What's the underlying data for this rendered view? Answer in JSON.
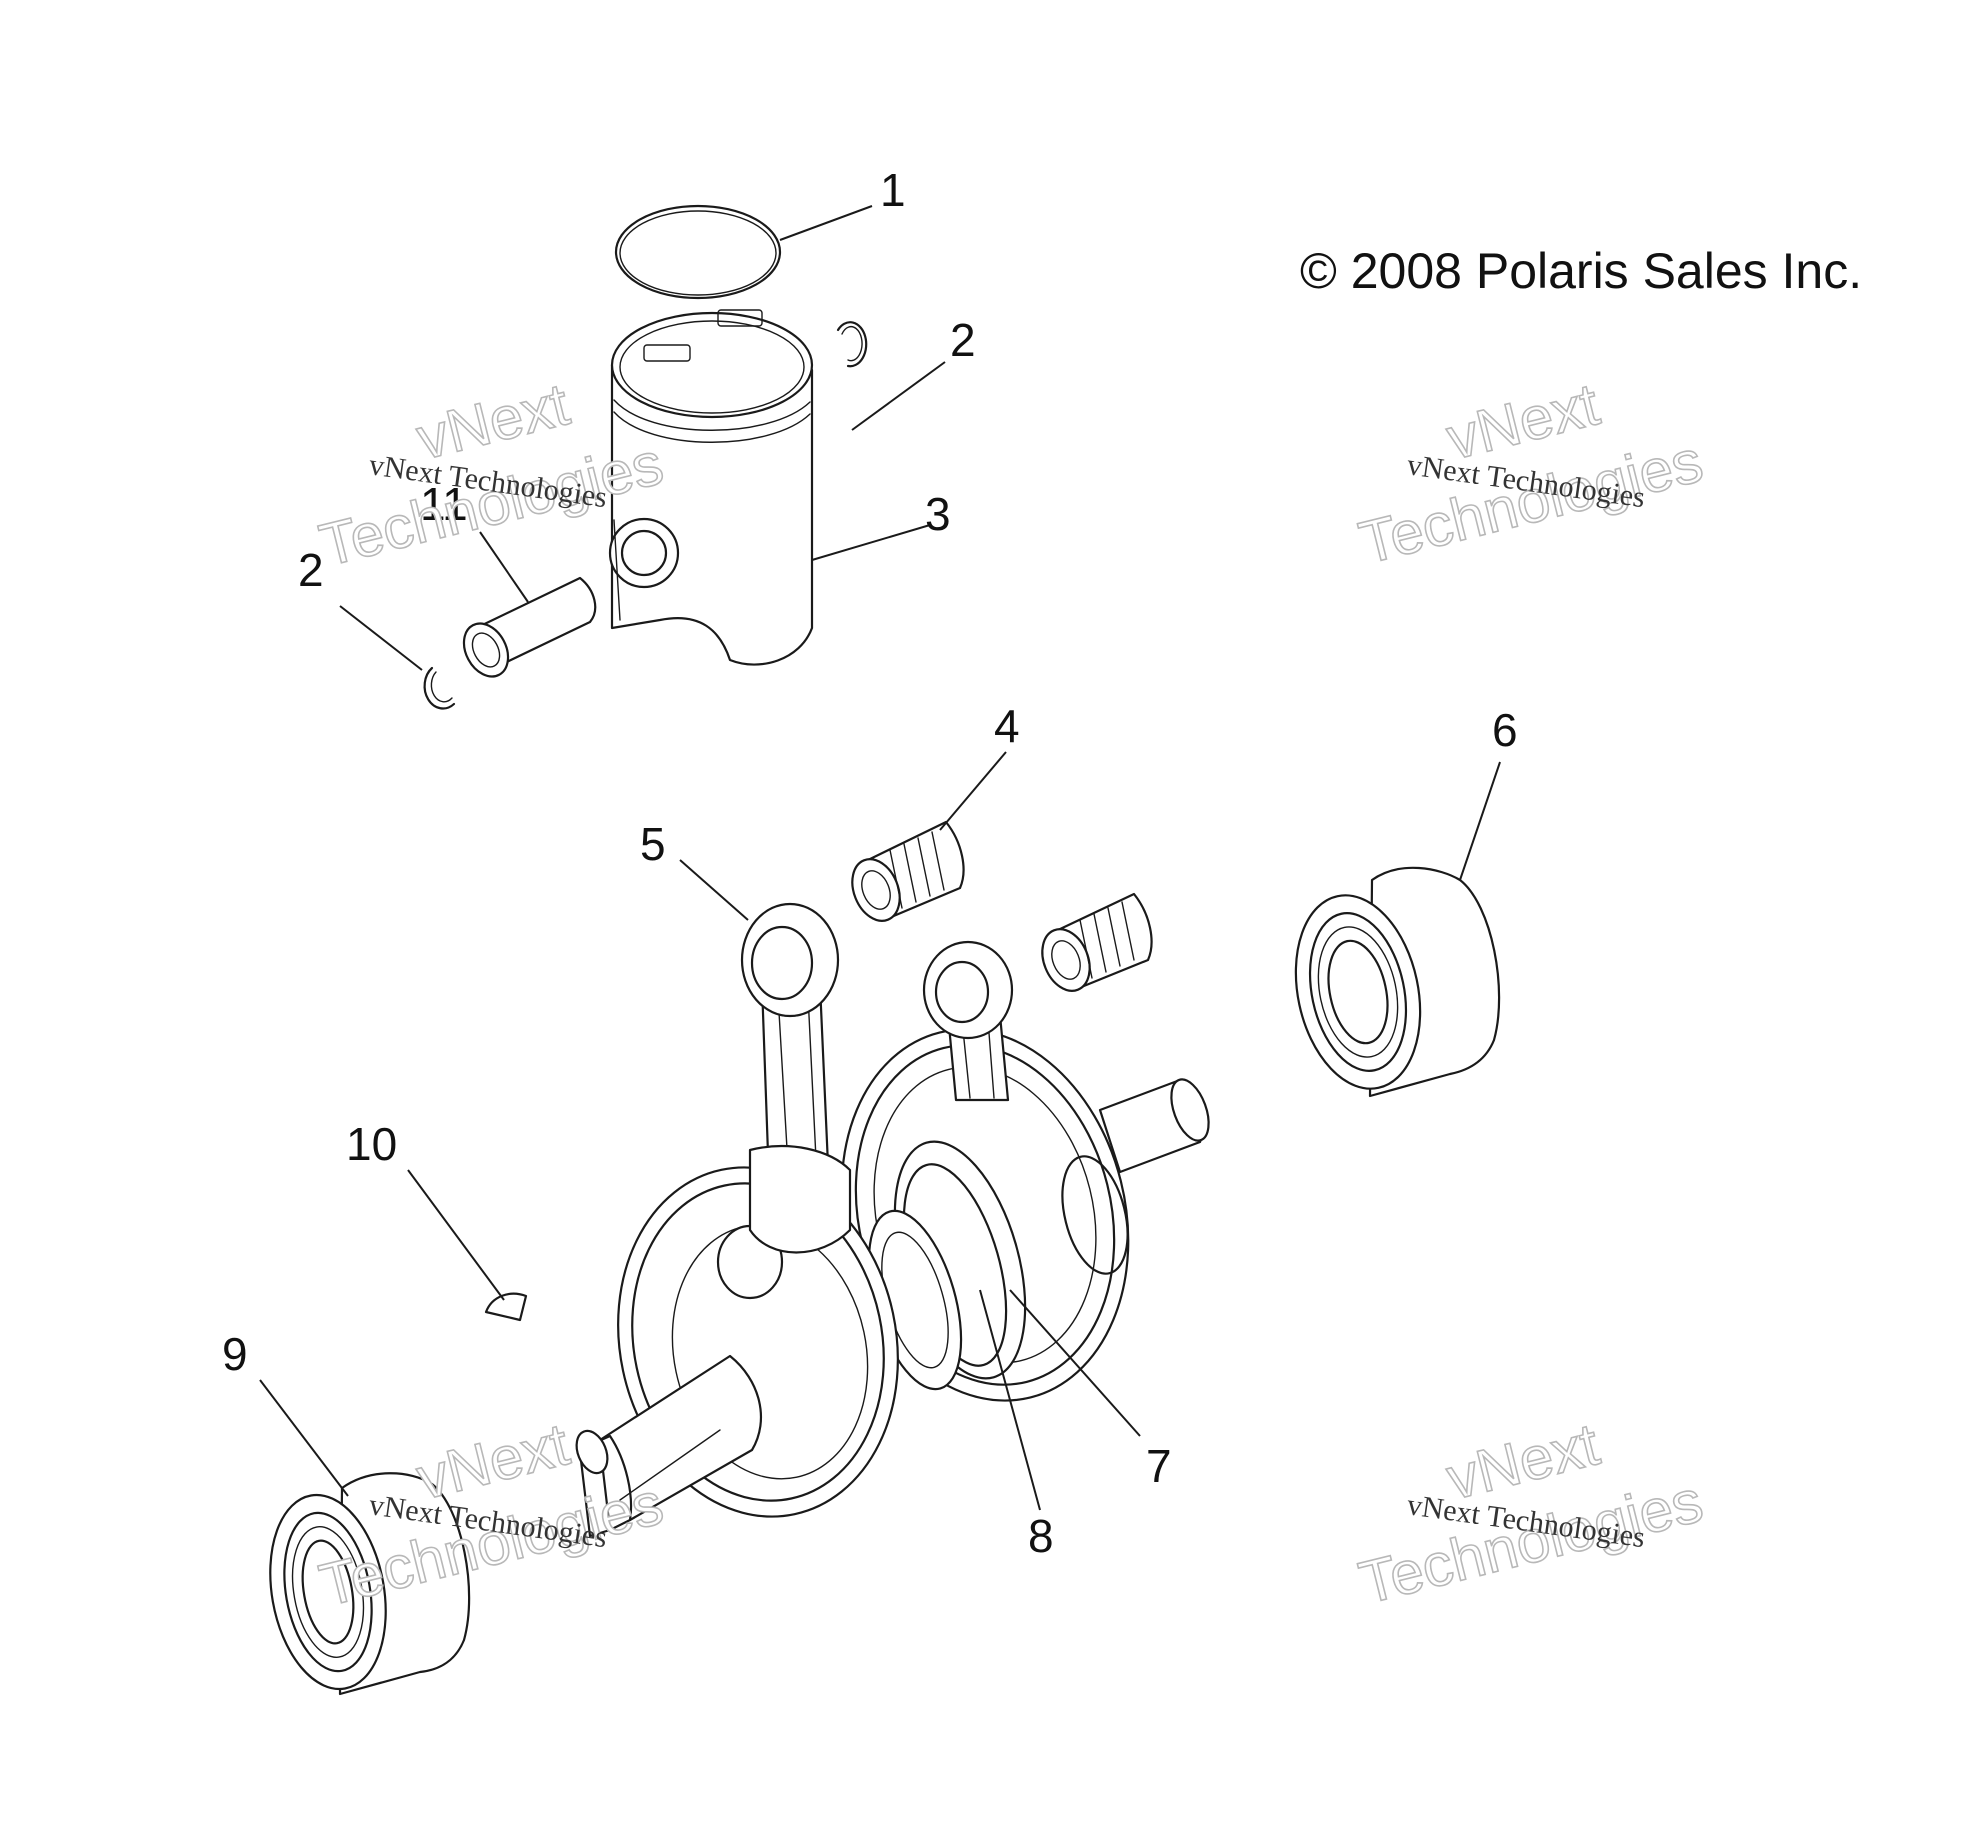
{
  "copyright": "© 2008 Polaris Sales Inc.",
  "callouts": {
    "c1": "1",
    "c2a": "2",
    "c2b": "2",
    "c3": "3",
    "c4": "4",
    "c5": "5",
    "c6": "6",
    "c7": "7",
    "c8": "8",
    "c9": "9",
    "c10": "10",
    "c11": "11"
  },
  "watermark": {
    "line1": "vNext",
    "line2": "Technologies",
    "small": "vNext Technologies"
  }
}
